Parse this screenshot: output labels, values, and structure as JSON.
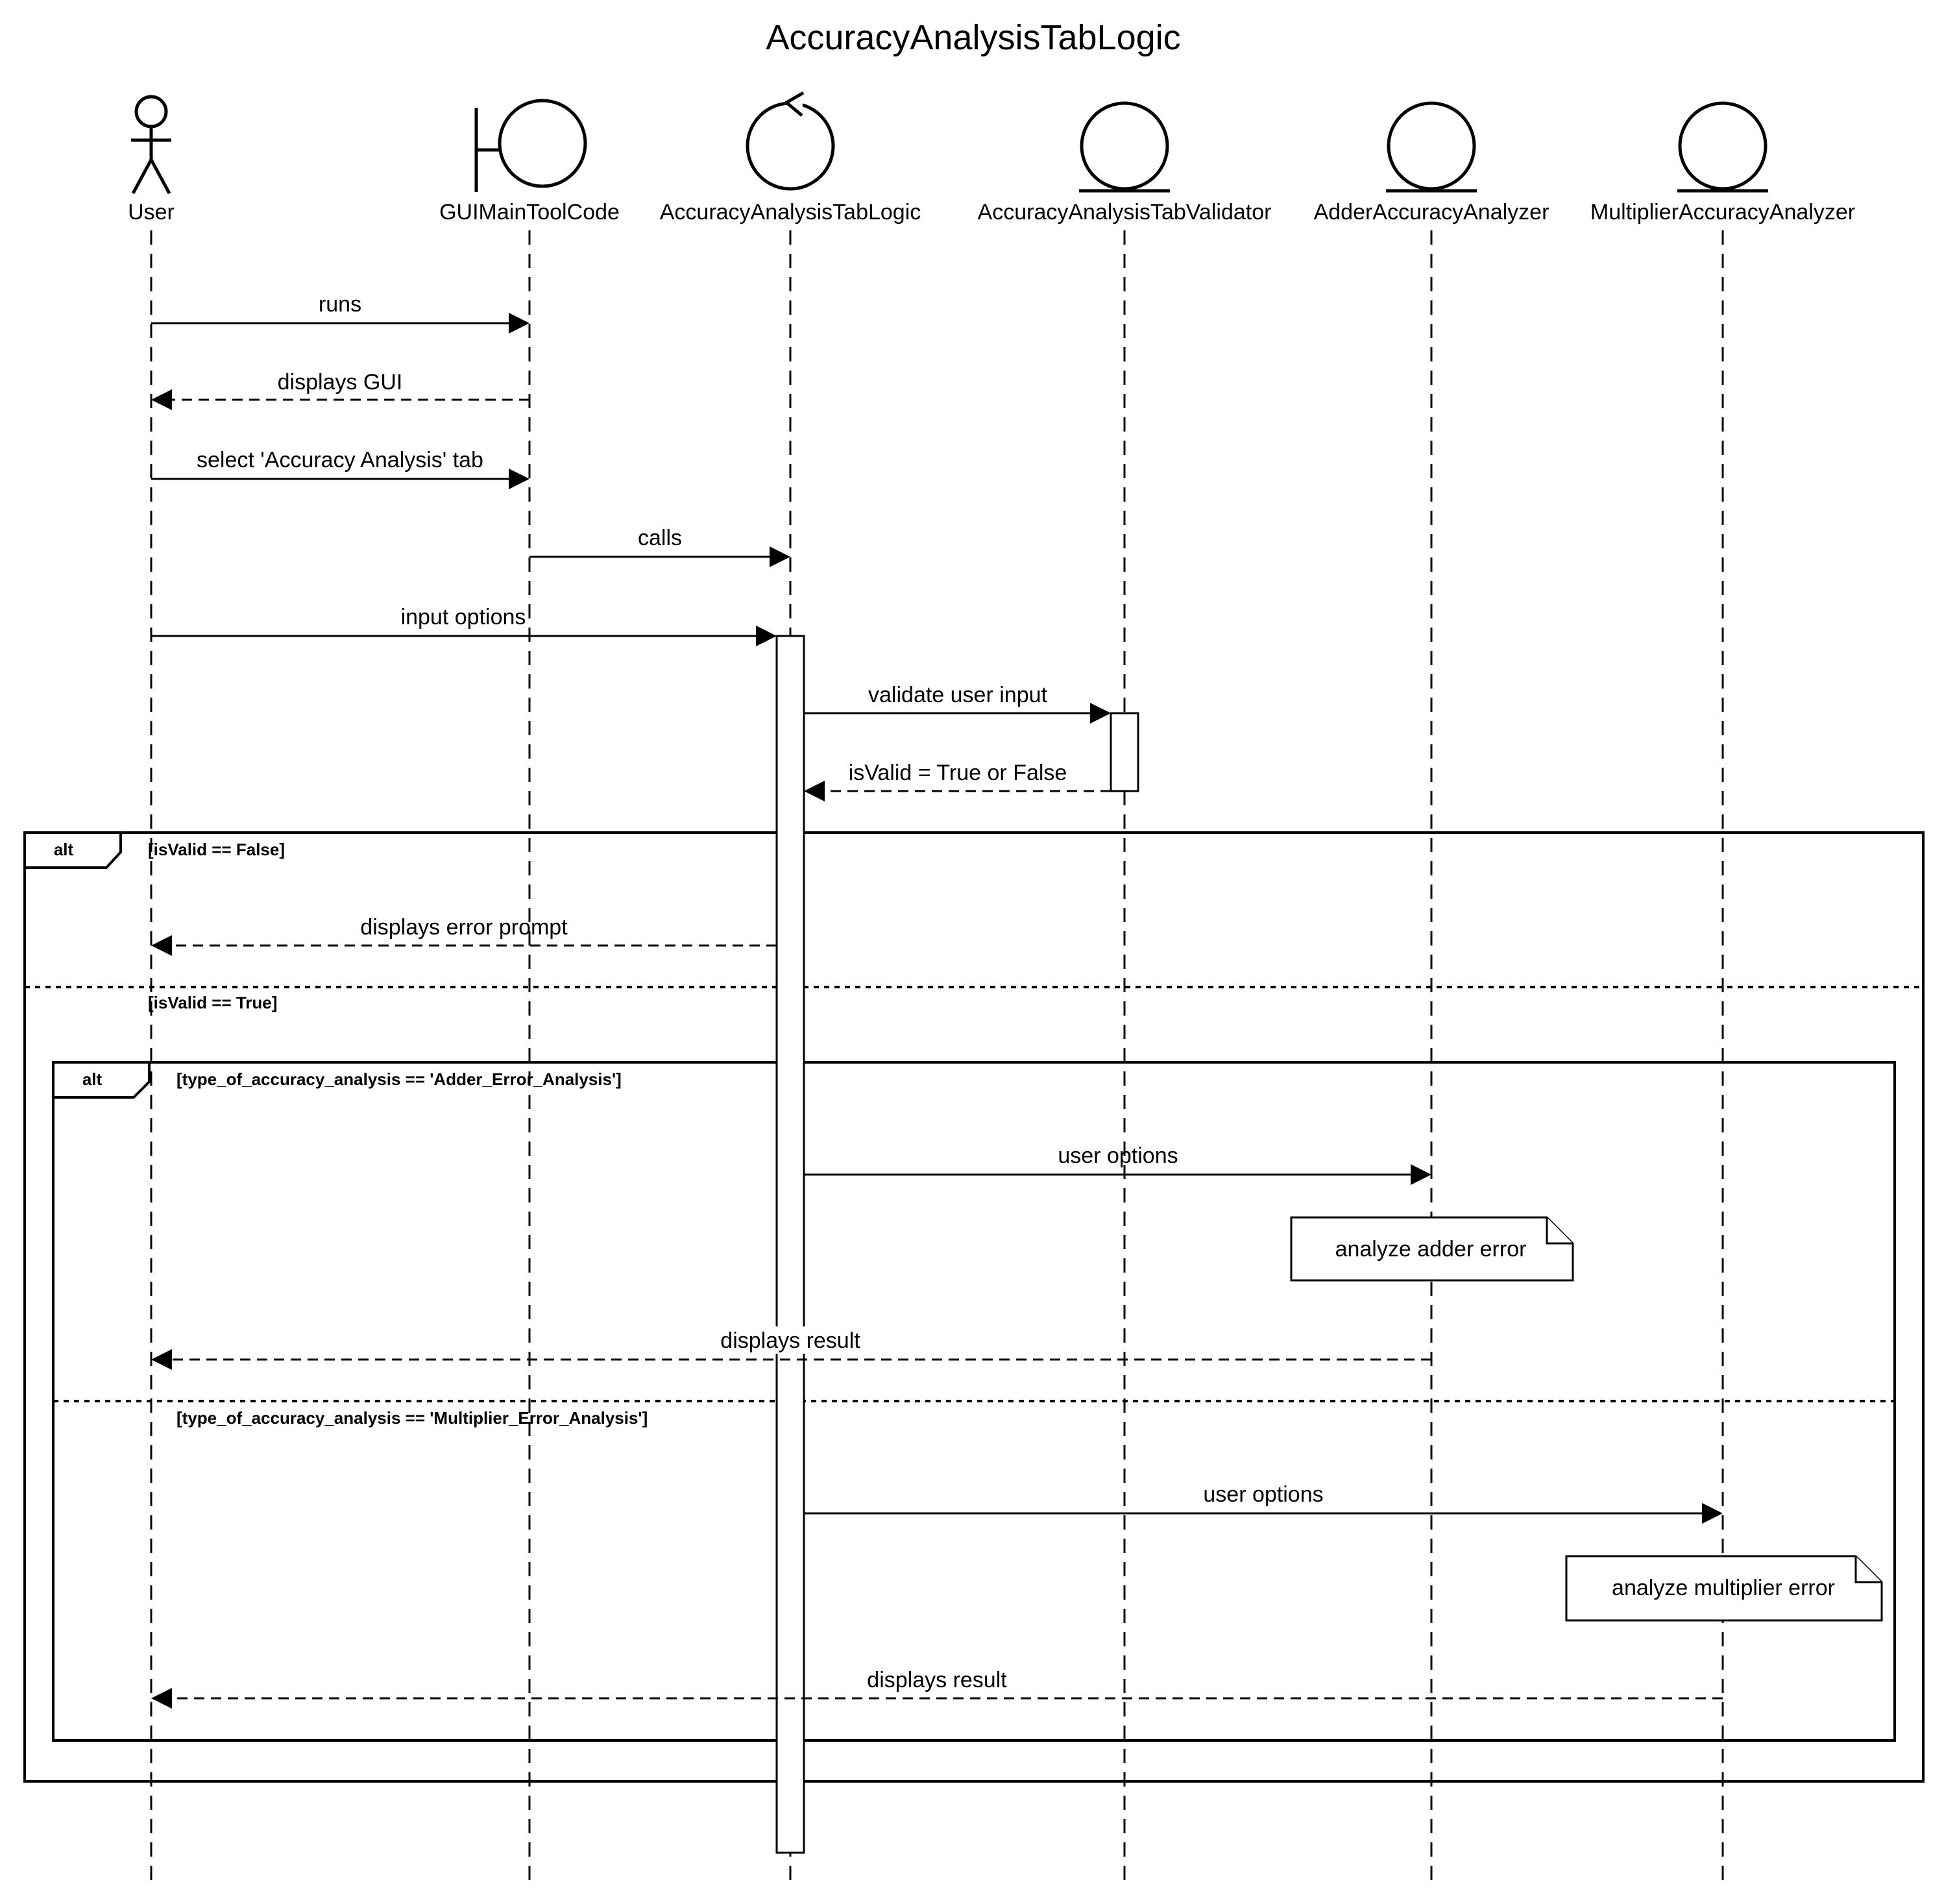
{
  "title": "AccuracyAnalysisTabLogic",
  "participants": [
    {
      "name": "User",
      "kind": "actor-icon"
    },
    {
      "name": "GUIMainToolCode",
      "kind": "boundary-icon"
    },
    {
      "name": "AccuracyAnalysisTabLogic",
      "kind": "control-icon"
    },
    {
      "name": "AccuracyAnalysisTabValidator",
      "kind": "entity-icon"
    },
    {
      "name": "AdderAccuracyAnalyzer",
      "kind": "entity-icon"
    },
    {
      "name": "MultiplierAccuracyAnalyzer",
      "kind": "entity-icon"
    }
  ],
  "messages": [
    {
      "from": 0,
      "to": 1,
      "label": "runs",
      "type": "sync"
    },
    {
      "from": 1,
      "to": 0,
      "label": "displays GUI",
      "type": "return"
    },
    {
      "from": 0,
      "to": 1,
      "label": "select 'Accuracy Analysis' tab",
      "type": "sync"
    },
    {
      "from": 1,
      "to": 2,
      "label": "calls",
      "type": "sync"
    },
    {
      "from": 0,
      "to": 2,
      "label": "input options",
      "type": "sync"
    },
    {
      "from": 2,
      "to": 3,
      "label": "validate user input",
      "type": "sync"
    },
    {
      "from": 3,
      "to": 2,
      "label": "isValid = True or False",
      "type": "return"
    },
    {
      "from": 2,
      "to": 0,
      "label": "displays error prompt",
      "type": "return"
    },
    {
      "from": 2,
      "to": 4,
      "label": "user options",
      "type": "sync"
    },
    {
      "from": 4,
      "to": 0,
      "label": "displays result",
      "type": "return"
    },
    {
      "from": 2,
      "to": 5,
      "label": "user options",
      "type": "sync"
    },
    {
      "from": 5,
      "to": 0,
      "label": "displays result",
      "type": "return"
    }
  ],
  "fragments": {
    "outer": {
      "tag": "alt",
      "guard_1": "[isValid == False]",
      "guard_2": "[isValid == True]"
    },
    "inner": {
      "tag": "alt",
      "guard_1": "[type_of_accuracy_analysis == 'Adder_Error_Analysis']",
      "guard_2": "[type_of_accuracy_analysis == 'Multiplier_Error_Analysis']"
    }
  },
  "notes": [
    {
      "text": "analyze adder error"
    },
    {
      "text": "analyze multiplier error"
    }
  ]
}
